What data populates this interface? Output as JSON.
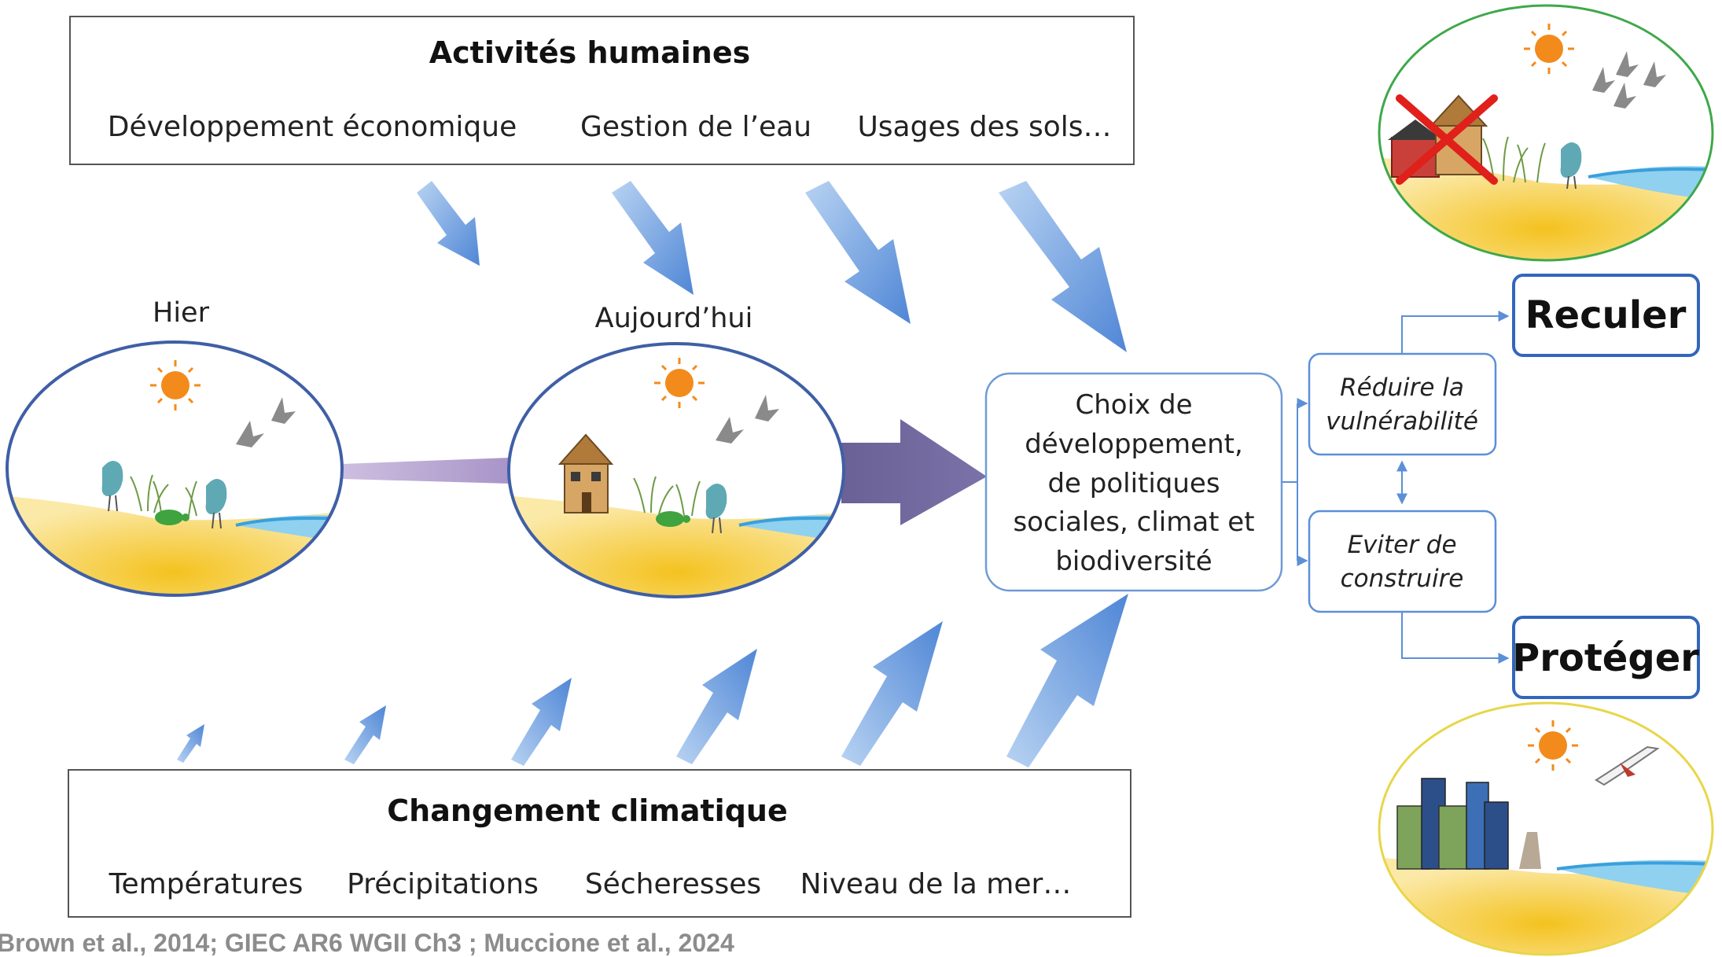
{
  "human_activities": {
    "title": "Activités humaines",
    "items": [
      "Développement économique",
      "Gestion de l’eau",
      "Usages des sols…"
    ]
  },
  "climate_change": {
    "title": "Changement climatique",
    "items": [
      "Températures",
      "Précipitations",
      "Sécheresses",
      "Niveau de la mer…"
    ]
  },
  "timeline": {
    "yesterday_label": "Hier",
    "today_label": "Aujourd’hui"
  },
  "choice_box": {
    "lines": [
      "Choix de",
      "développement,",
      "de politiques",
      "sociales, climat et",
      "biodiversité"
    ]
  },
  "options": {
    "reduce": [
      "Réduire la",
      "vulnérabilité"
    ],
    "avoid": [
      "Eviter de",
      "construire"
    ]
  },
  "outcomes": {
    "retreat": "Reculer",
    "protect": "Protéger"
  },
  "source": "Brown et al., 2014; GIEC AR6 WGII Ch3 ; Muccione et al., 2024",
  "colors": {
    "arrow_blue": "#5b8fd8",
    "arrow_blue_light": "#a9c8ef",
    "arrow_purple": "#6f6a9f",
    "ellipse_blue": "#3f5fa6",
    "ellipse_green": "#3ea84a",
    "ellipse_yellow": "#e8d64a",
    "sand": "#f6cf45",
    "sea": "#6ec1ea",
    "source_gray": "#8c8c8c"
  },
  "icons": [
    "sun-icon",
    "bird-icon",
    "heron-icon",
    "turtle-icon",
    "house-icon",
    "city-icon",
    "airplane-icon",
    "red-cross-icon"
  ]
}
